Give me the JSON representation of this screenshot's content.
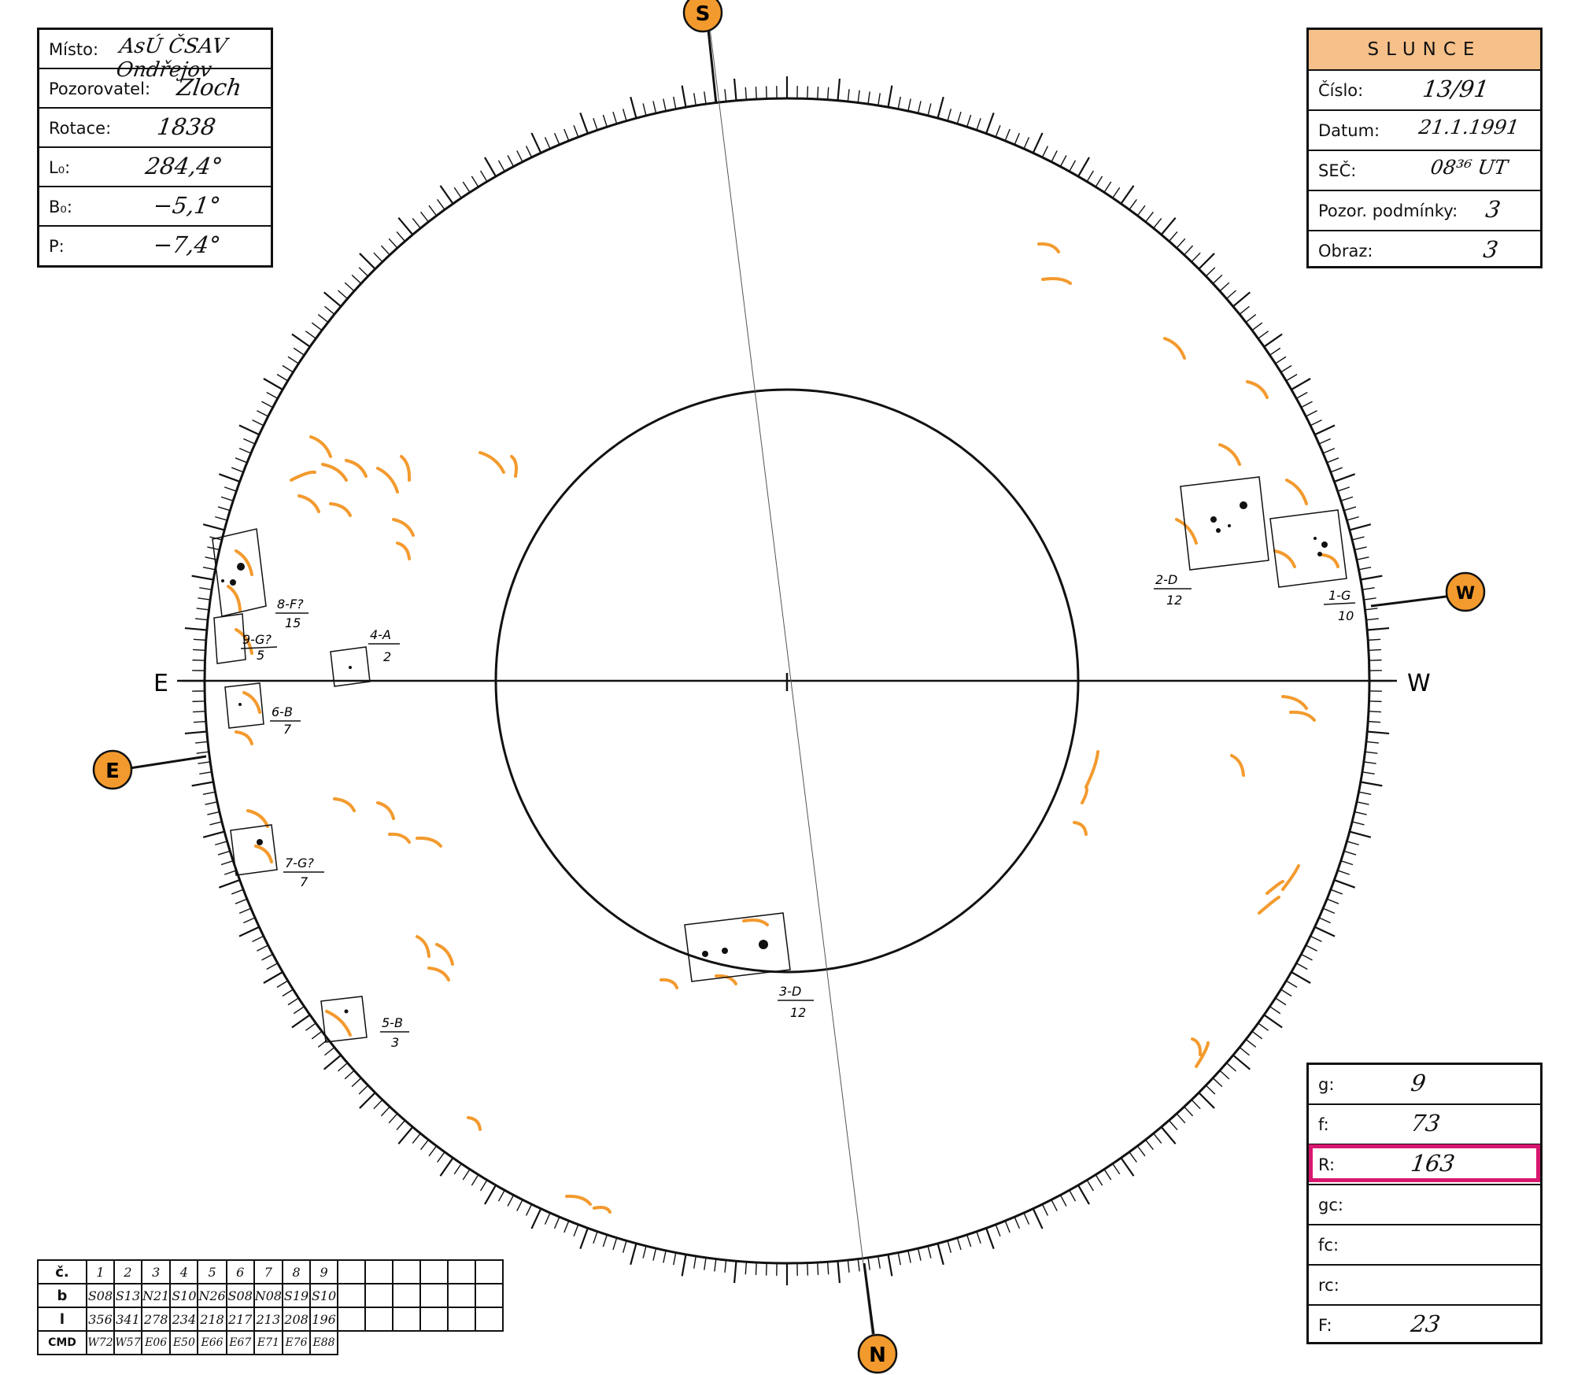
{
  "left_panel": {
    "rows": [
      {
        "label": "Místo:",
        "value": "AsÚ ČSAV Ondřejov"
      },
      {
        "label": "Pozorovatel:",
        "value": "Zloch"
      },
      {
        "label": "Rotace:",
        "value": "1838"
      },
      {
        "label": "L₀:",
        "value": "284,4°"
      },
      {
        "label": "B₀:",
        "value": "−5,1°"
      },
      {
        "label": "P:",
        "value": "−7,4°"
      }
    ]
  },
  "right_panel": {
    "title": "SLUNCE",
    "rows": [
      {
        "label": "Číslo:",
        "value": "13/91"
      },
      {
        "label": "Datum:",
        "value": "21.1.1991"
      },
      {
        "label": "SEČ:",
        "value": "08³⁶ UT"
      },
      {
        "label": "Pozor. podmínky:",
        "value": "3"
      },
      {
        "label": "Obraz:",
        "value": "3"
      }
    ]
  },
  "counts_panel": {
    "rows": [
      {
        "label": "g:",
        "value": "9"
      },
      {
        "label": "f:",
        "value": "73"
      },
      {
        "label": "R:",
        "value": "163"
      },
      {
        "label": "gc:",
        "value": ""
      },
      {
        "label": "fc:",
        "value": ""
      },
      {
        "label": "rc:",
        "value": ""
      },
      {
        "label": "F:",
        "value": "23"
      }
    ]
  },
  "groups_table": {
    "row_headers": [
      "č.",
      "b",
      "l",
      "CMD"
    ],
    "numbers": [
      "1",
      "2",
      "3",
      "4",
      "5",
      "6",
      "7",
      "8",
      "9"
    ],
    "b": [
      "S08",
      "S13",
      "N21",
      "S10",
      "N26",
      "S08",
      "N08",
      "S19",
      "S10"
    ],
    "l": [
      "356",
      "341",
      "278",
      "234",
      "218",
      "217",
      "213",
      "208",
      "196"
    ],
    "cmd": [
      "W72",
      "W57",
      "E06",
      "E50",
      "E66",
      "E67",
      "E71",
      "E76",
      "E88"
    ]
  },
  "compass": {
    "axis_east": "E",
    "axis_west": "W",
    "marker_top": "S",
    "marker_bottom": "N",
    "marker_left": "E",
    "marker_right": "W"
  },
  "groups": [
    {
      "id": "1",
      "class": "1-G",
      "count": "10"
    },
    {
      "id": "2",
      "class": "2-D",
      "count": "12"
    },
    {
      "id": "3",
      "class": "3-D",
      "count": "12"
    },
    {
      "id": "4",
      "class": "4-A",
      "count": "2"
    },
    {
      "id": "5",
      "class": "5-B",
      "count": "3"
    },
    {
      "id": "6",
      "class": "6-B",
      "count": "7"
    },
    {
      "id": "7",
      "class": "7-G?",
      "count": "7"
    },
    {
      "id": "8",
      "class": "8-F?",
      "count": "15"
    },
    {
      "id": "9",
      "class": "9-G?",
      "count": "5"
    }
  ],
  "colors": {
    "facula": "#f39a2e",
    "marker_fill": "#f39a2e",
    "r_highlight": "#d8176f",
    "header_fill": "#f6c08a"
  }
}
